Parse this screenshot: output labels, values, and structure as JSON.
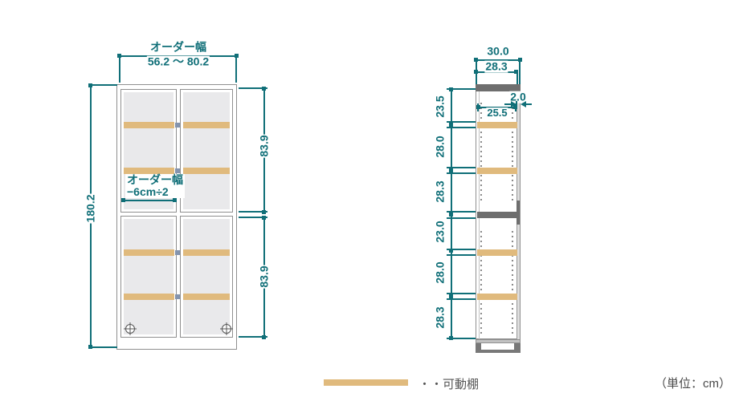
{
  "front_view": {
    "width_label": "オーダー幅",
    "width_range": "56.2 ～ 80.2",
    "height": "180.2",
    "upper_height": "83.9",
    "lower_height": "83.9",
    "formula_line1": "オーダー幅",
    "formula_line2": "−6cm÷2"
  },
  "side_view": {
    "depth_outer": "30.0",
    "depth_body": "28.3",
    "back_panel": "2.0",
    "depth_inner": "25.5",
    "segments": [
      "23.5",
      "28.0",
      "28.3",
      "23.0",
      "28.0",
      "28.3"
    ]
  },
  "legend": {
    "movable_shelf": "・・可動棚",
    "unit": "（単位：cm）"
  },
  "colors": {
    "dimension_teal": "#106f78",
    "shelf_orange": "#e0ba7d"
  }
}
